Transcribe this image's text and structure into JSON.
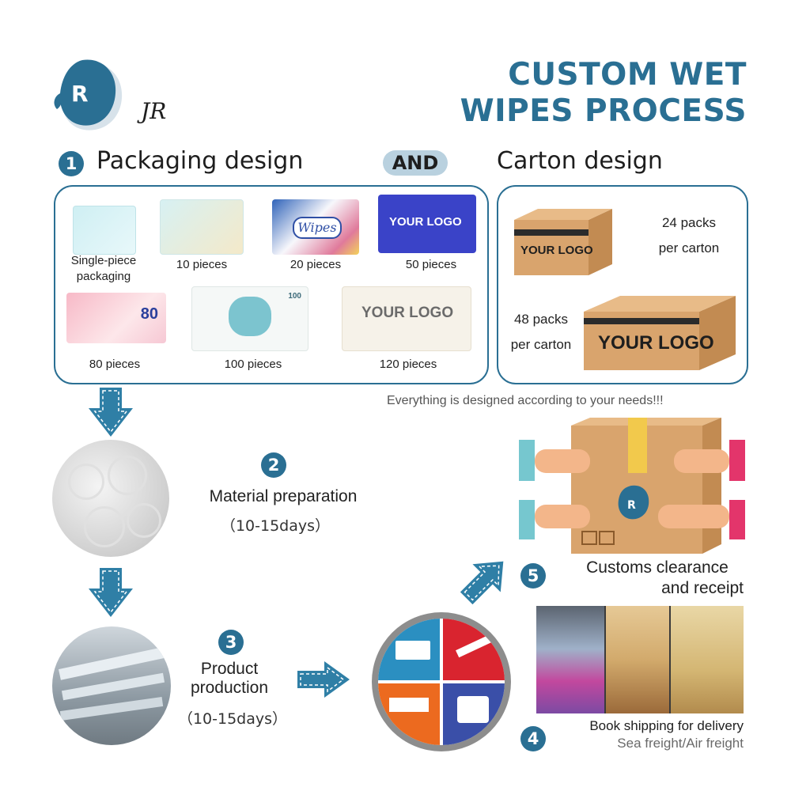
{
  "logo": {
    "letter": "R",
    "script": "JR"
  },
  "title": {
    "line1": "CUSTOM WET",
    "line2": "WIPES PROCESS"
  },
  "step1": {
    "number": "1",
    "label": "Packaging design",
    "connector": "AND",
    "carton_label": "Carton design"
  },
  "packaging_items": [
    {
      "label": "Single-piece\npackaging"
    },
    {
      "label": "10 pieces"
    },
    {
      "label": "20 pieces",
      "print": "Wipes"
    },
    {
      "label": "50 pieces",
      "print": "YOUR LOGO"
    },
    {
      "label": "80 pieces",
      "print": "80"
    },
    {
      "label": "100 pieces",
      "print": "100"
    },
    {
      "label": "120 pieces",
      "print": "YOUR LOGO"
    }
  ],
  "carton_items": [
    {
      "label_line1": "24 packs",
      "label_line2": "per carton",
      "print": "YOUR LOGO"
    },
    {
      "label_line1": "48 packs",
      "label_line2": "per carton",
      "print": "YOUR LOGO"
    }
  ],
  "note": "Everything is designed according to your needs!!!",
  "step2": {
    "number": "2",
    "label": "Material preparation",
    "days": "（10-15days）"
  },
  "step3": {
    "number": "3",
    "label_line1": "Product",
    "label_line2": "production",
    "days": "（10-15days）"
  },
  "step4": {
    "number": "4",
    "label": "Book shipping for delivery",
    "sub": "Sea freight/Air freight"
  },
  "step5": {
    "number": "5",
    "label_line1": "Customs clearance",
    "label_line2": "and receipt"
  },
  "colors": {
    "accent": "#2a6f93",
    "pill": "#b9d1df",
    "arrow": "#2f7fa6",
    "kraft": "#d9a46d"
  }
}
